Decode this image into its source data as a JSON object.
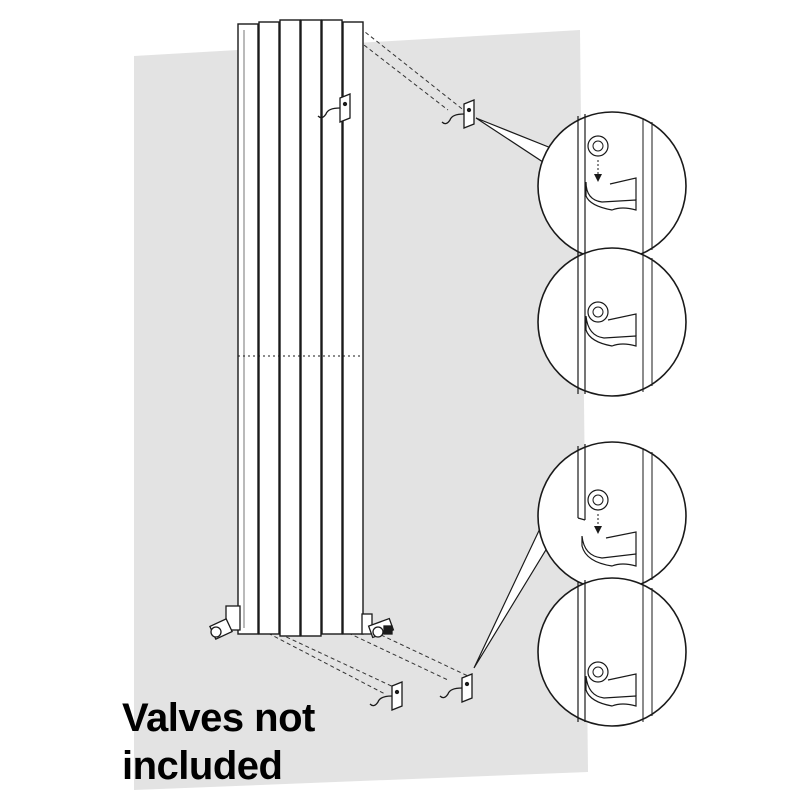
{
  "caption": {
    "line1": "Valves not",
    "line2": "included"
  },
  "colors": {
    "wall": "#e3e3e3",
    "line": "#1a1a1a",
    "background": "#ffffff"
  },
  "icons": {
    "radiator": "vertical-column-radiator",
    "bracket": "wall-bracket-hook",
    "valve": "radiator-valve",
    "detail": "magnified-detail-circle"
  }
}
